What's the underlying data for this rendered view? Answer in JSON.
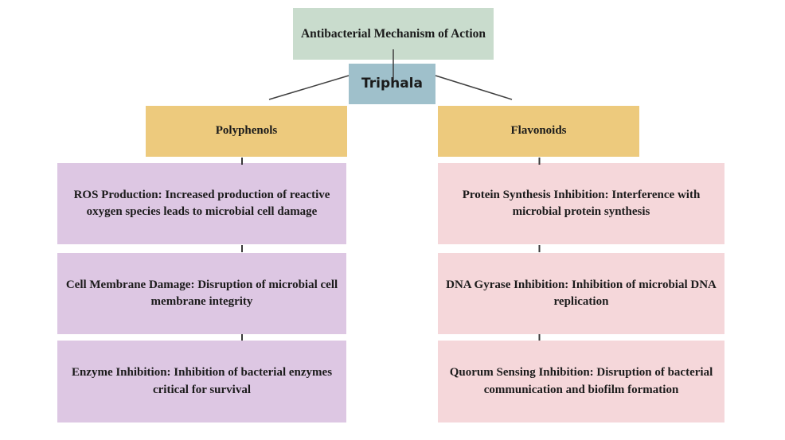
{
  "diagram": {
    "root": "Antibacterial Mechanism of Action",
    "hub": "Triphala",
    "left_branch": {
      "label": "Polyphenols",
      "mechanisms": [
        "ROS Production: Increased production of reactive oxygen species leads to microbial cell damage",
        "Cell Membrane Damage: Disruption of microbial cell membrane integrity",
        "Enzyme Inhibition: Inhibition of bacterial enzymes critical for survival"
      ]
    },
    "right_branch": {
      "label": "Flavonoids",
      "mechanisms": [
        "Protein Synthesis Inhibition: Interference with microbial protein synthesis",
        "DNA Gyrase Inhibition: Inhibition of microbial DNA replication",
        "Quorum Sensing Inhibition: Disruption of bacterial communication and biofilm formation"
      ]
    },
    "colors": {
      "root_fill": "#c9dccd",
      "hub_fill": "#9fc0cb",
      "branch_fill": "#edca7d",
      "left_mechanism_fill": "#ddc7e3",
      "right_mechanism_fill": "#f5d7da",
      "connector": "#3f3f3f",
      "text": "#1b1b1b",
      "background": "#ffffff"
    }
  }
}
